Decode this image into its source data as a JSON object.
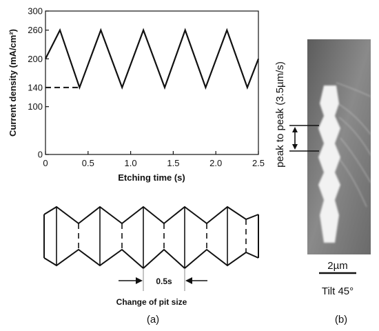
{
  "chart_data": {
    "type": "line",
    "title": "",
    "xlabel": "Etching  time (s)",
    "ylabel": "Current  density (mA/cm²)",
    "xlim": [
      0,
      2.5
    ],
    "ylim": [
      0,
      300
    ],
    "x_ticks": [
      "0",
      "0.5",
      "1.0",
      "1.5",
      "2.0",
      "2.5"
    ],
    "y_ticks": [
      "0",
      "100",
      "140",
      "200",
      "260",
      "300"
    ],
    "series": [
      {
        "x": [
          0,
          0.17,
          0.4,
          0.65,
          0.9,
          1.15,
          1.4,
          1.64,
          1.88,
          2.13,
          2.37,
          2.5
        ],
        "y": [
          200,
          260,
          140,
          260,
          140,
          260,
          140,
          260,
          140,
          260,
          140,
          200
        ]
      }
    ],
    "baseline_dashed": {
      "x": [
        0,
        0.4
      ],
      "y": 140
    }
  },
  "diagram": {
    "period_label": "0.5s",
    "caption": "Change of pit size"
  },
  "panel_a_label": "(a)",
  "panel_b_label": "(b)",
  "photo": {
    "peak_label": "peak to peak (3.5µm/s)",
    "scale_label": "2µm",
    "tilt_label": "Tilt 45°"
  }
}
